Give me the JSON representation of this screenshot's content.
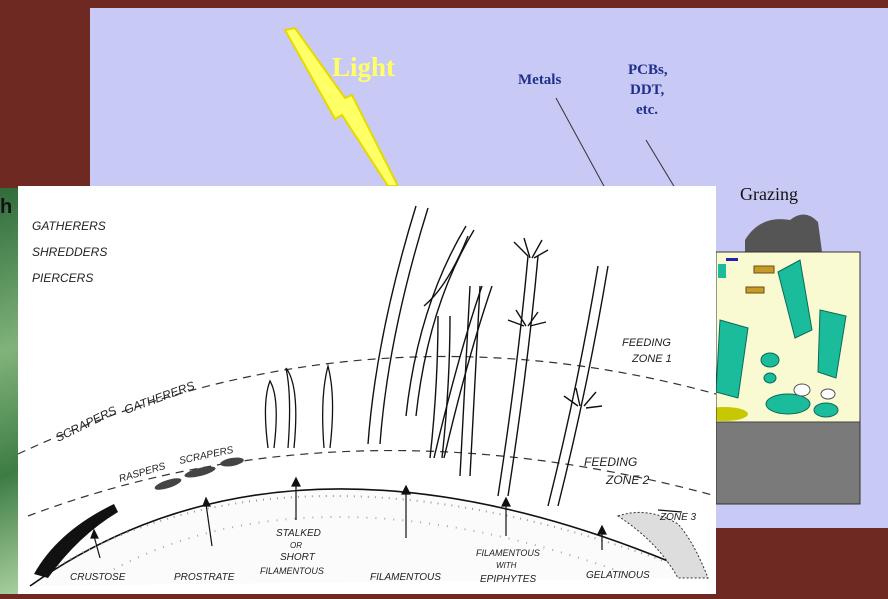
{
  "background_slide": {
    "light_label": "Light",
    "metals_label": "Metals",
    "pollutant_lines": [
      "PCBs,",
      "DDT,",
      "etc."
    ],
    "grazing_label": "Grazing",
    "colors": {
      "panel": "#c9c9f5",
      "frame": "#6e2a22",
      "light": "#ffff66",
      "label": "#1f2f8a"
    }
  },
  "left_fragment": {
    "letter": "h"
  },
  "sketch": {
    "consumer_groups": [
      "GATHERERS",
      "SHREDDERS",
      "PIERCERS"
    ],
    "curve_labels": {
      "outer": [
        "SCRAPERS",
        "GATHERERS"
      ],
      "inner": [
        "RASPERS",
        "SCRAPERS"
      ]
    },
    "feeding_zone_1": [
      "FEEDING",
      "ZONE 1"
    ],
    "feeding_zone_2": [
      "FEEDING",
      "ZONE 2"
    ],
    "zone_3": "ZONE 3",
    "growth_forms": [
      {
        "lines": [
          "CRUSTOSE"
        ]
      },
      {
        "lines": [
          "PROSTRATE"
        ]
      },
      {
        "lines": [
          "STALKED",
          "OR",
          "SHORT",
          "FILAMENTOUS"
        ]
      },
      {
        "lines": [
          "FILAMENTOUS"
        ]
      },
      {
        "lines": [
          "FILAMENTOUS",
          "WITH",
          "EPIPHYTES"
        ]
      },
      {
        "lines": [
          "GELATINOUS"
        ]
      }
    ]
  }
}
